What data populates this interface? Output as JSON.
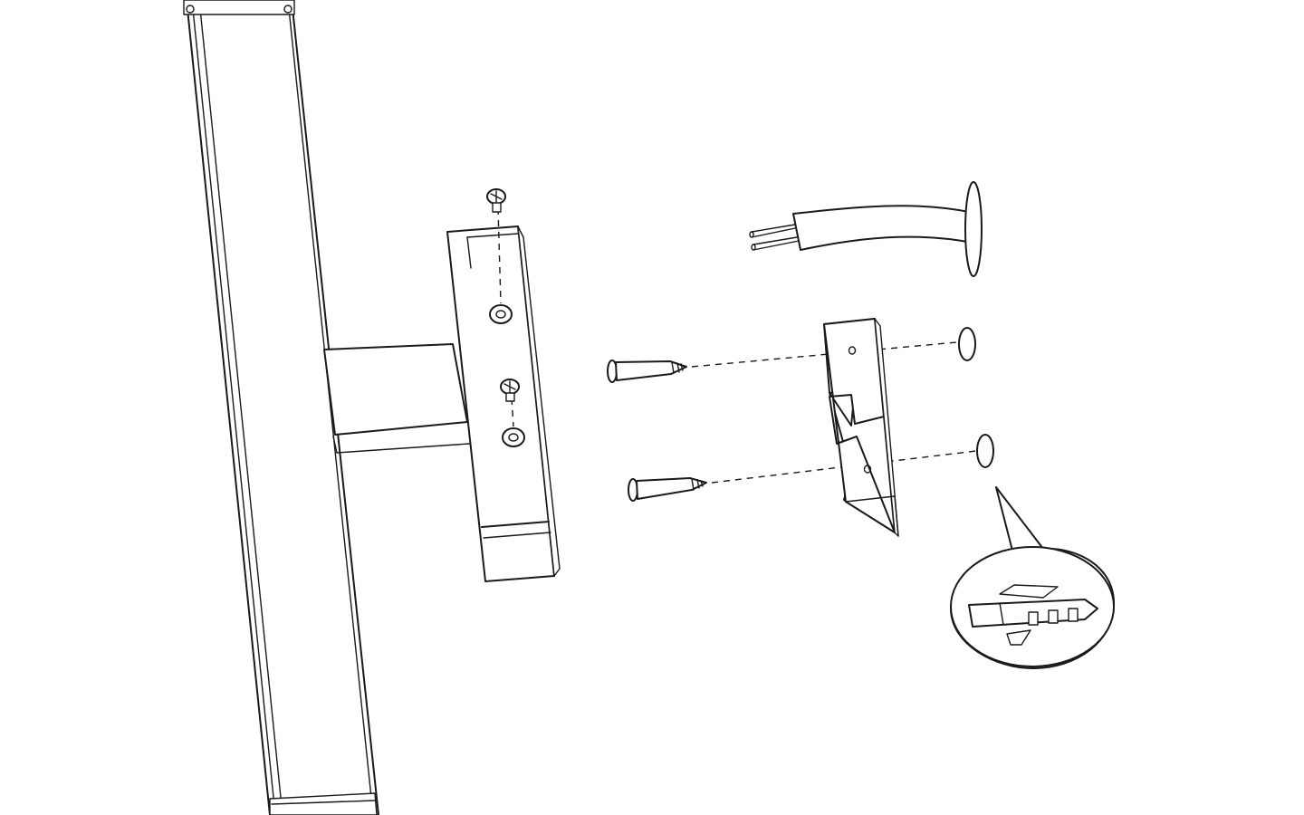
{
  "diagram": {
    "kind": "exploded assembly illustration",
    "parts": [
      {
        "id": "lamp-tube",
        "icon": "lamp-tube-icon"
      },
      {
        "id": "t-mount-bracket",
        "icon": "t-bracket-icon"
      },
      {
        "id": "mount-screws",
        "count": 2,
        "icon": "screw-icon"
      },
      {
        "id": "power-cable",
        "icon": "cable-icon"
      },
      {
        "id": "wall-plate",
        "icon": "wall-plate-icon"
      },
      {
        "id": "wall-screws",
        "count": 2,
        "icon": "screw-icon"
      },
      {
        "id": "wall-holes",
        "count": 2,
        "icon": "hole-icon"
      },
      {
        "id": "wall-plug",
        "icon": "wall-plug-icon"
      }
    ],
    "colors": {
      "line": "#1a1a1a",
      "background": "#ffffff"
    }
  }
}
